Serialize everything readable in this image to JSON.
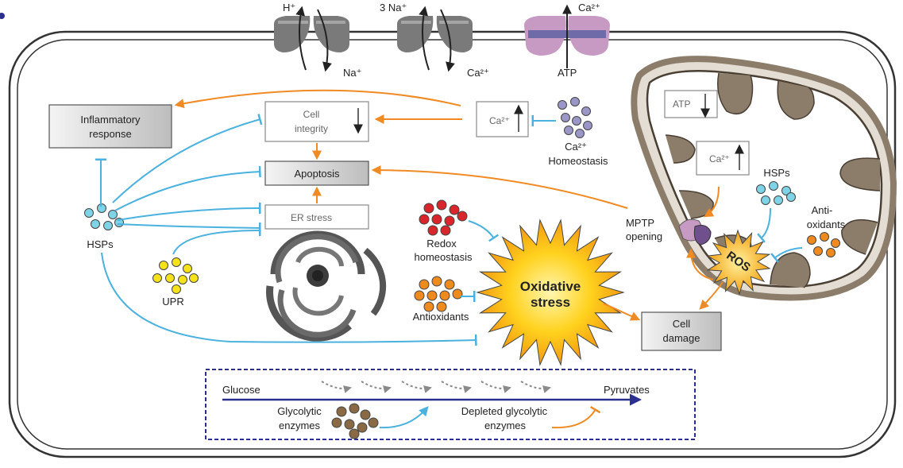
{
  "membrane": {
    "pump1_top": "H⁺",
    "pump1_bottom": "Na⁺",
    "pump2_top": "3 Na⁺",
    "pump2_bottom": "Ca²⁺",
    "pump3_top": "Ca²⁺",
    "pump3_bottom": "ATP"
  },
  "boxes": {
    "inflammatory": "Inflammatory response",
    "cell_integrity": "Cell integrity",
    "apoptosis": "Apoptosis",
    "er_stress": "ER stress",
    "ca_cyto": "Ca²⁺",
    "ca_mito": "Ca²⁺",
    "atp_mito": "ATP",
    "cell_damage": "Cell damage"
  },
  "labels": {
    "hsps_left": "HSPs",
    "upr": "UPR",
    "ca_homeostasis_1": "Ca²⁺",
    "ca_homeostasis_2": "Homeostasis",
    "redox_1": "Redox",
    "redox_2": "homeostasis",
    "antioxidants_left": "Antioxidants",
    "oxidative_1": "Oxidative",
    "oxidative_2": "stress",
    "mptp_1": "MPTP",
    "mptp_2": "opening",
    "hsps_mito": "HSPs",
    "anti_1": "Anti-",
    "anti_2": "oxidants",
    "ros": "ROS"
  },
  "glycolysis": {
    "glucose": "Glucose",
    "pyruvates": "Pyruvates",
    "enzymes_1": "Glycolytic",
    "enzymes_2": "enzymes",
    "depleted_1": "Depleted glycolytic",
    "depleted_2": "enzymes"
  },
  "colors": {
    "blue": "#4bb1de",
    "orange": "#f08a24",
    "navy": "#2b2f8e",
    "hsp_dot": "#7fd3e6",
    "upr_dot": "#f5e21a",
    "ca_dot": "#9a96c8",
    "redox_dot": "#d8262c",
    "antioxidant_dot": "#ef8a1e",
    "enzyme_dot": "#8a6a45",
    "ros_fill": "#f5c518",
    "mito_membrane": "#8c7d6b",
    "membrane_pump": "#7d7d7d",
    "atpase_pump": "#c79ac4"
  }
}
